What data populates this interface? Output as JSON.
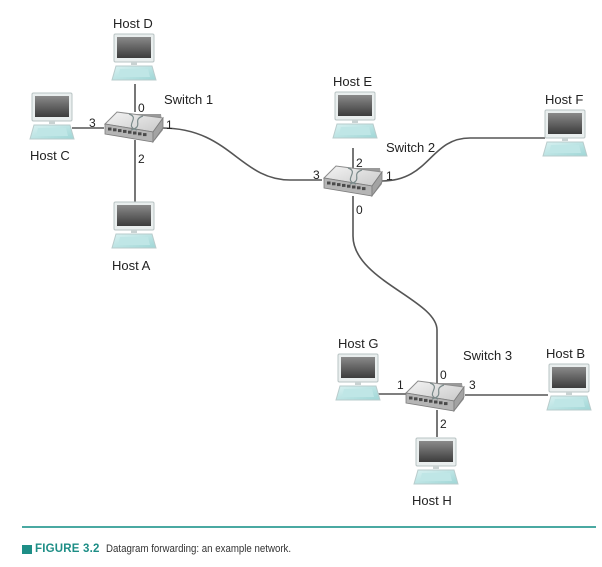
{
  "hosts": [
    {
      "id": "D",
      "label": "Host D"
    },
    {
      "id": "C",
      "label": "Host C"
    },
    {
      "id": "A",
      "label": "Host A"
    },
    {
      "id": "E",
      "label": "Host E"
    },
    {
      "id": "F",
      "label": "Host F"
    },
    {
      "id": "G",
      "label": "Host G"
    },
    {
      "id": "B",
      "label": "Host B"
    },
    {
      "id": "H",
      "label": "Host H"
    }
  ],
  "switches": [
    {
      "id": "1",
      "label": "Switch 1",
      "ports": {
        "0": "0",
        "1": "1",
        "2": "2",
        "3": "3"
      }
    },
    {
      "id": "2",
      "label": "Switch 2",
      "ports": {
        "0": "0",
        "1": "1",
        "2": "2",
        "3": "3"
      }
    },
    {
      "id": "3",
      "label": "Switch 3",
      "ports": {
        "0": "0",
        "1": "1",
        "2": "2",
        "3": "3"
      }
    }
  ],
  "links": [
    {
      "from": "Switch 1 port 0",
      "to": "Host D"
    },
    {
      "from": "Switch 1 port 1",
      "to": "Switch 2 port 3"
    },
    {
      "from": "Switch 1 port 2",
      "to": "Host A"
    },
    {
      "from": "Switch 1 port 3",
      "to": "Host C"
    },
    {
      "from": "Switch 2 port 0",
      "to": "Switch 3 port 0"
    },
    {
      "from": "Switch 2 port 1",
      "to": "Host F"
    },
    {
      "from": "Switch 2 port 2",
      "to": "Host E"
    },
    {
      "from": "Switch 3 port 1",
      "to": "Host G"
    },
    {
      "from": "Switch 3 port 2",
      "to": "Host H"
    },
    {
      "from": "Switch 3 port 3",
      "to": "Host B"
    }
  ],
  "caption": {
    "figure_label": "FIGURE 3.2",
    "text": "Datagram forwarding: an example network."
  },
  "colors": {
    "accent": "#1e8e86",
    "rule": "#4aa9a2",
    "line": "#555555"
  }
}
